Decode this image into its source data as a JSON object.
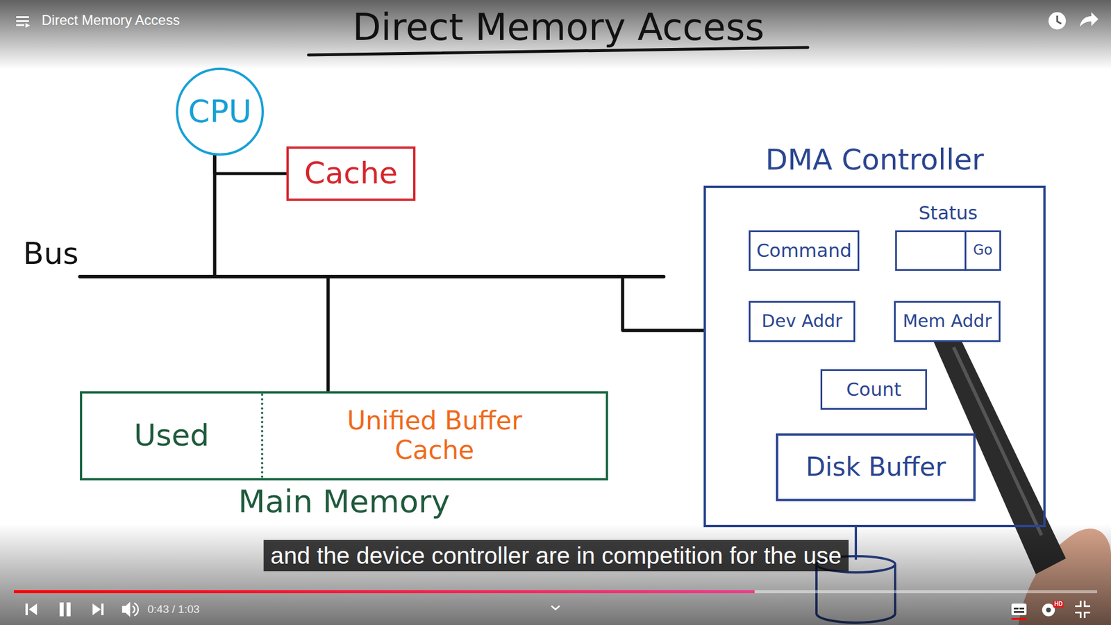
{
  "diagram": {
    "title": "Direct Memory Access",
    "nodes": [
      {
        "text": [
          "CPU"
        ]
      },
      {
        "text": [
          "Cache"
        ]
      },
      {
        "text": [
          "DMA Controller"
        ]
      },
      {
        "text": [
          "Command"
        ],
        "in": 2
      },
      {
        "text": [
          "Status"
        ],
        "in": 2
      },
      {
        "text": [
          "Go"
        ],
        "in": 4
      },
      {
        "text": [
          "Dev Addr"
        ],
        "in": 2
      },
      {
        "text": [
          "Mem Addr"
        ],
        "in": 2
      },
      {
        "text": [
          "Count"
        ],
        "in": 2
      },
      {
        "text": [
          "Disk Buffer"
        ],
        "in": 2
      },
      {
        "text": [
          "Main Memory"
        ]
      },
      {
        "text": [
          "Used"
        ],
        "in": 10
      },
      {
        "text": [
          "Unified Buffer Cache"
        ],
        "in": 10
      }
    ],
    "edges": [
      {
        "from": 0,
        "to": 1,
        "arrow": "none"
      },
      {
        "from": 0,
        "to": 10,
        "arrow": "none"
      },
      {
        "from": 0,
        "to": 2,
        "arrow": "none"
      },
      {
        "from": 10,
        "to": 2,
        "arrow": "none"
      }
    ],
    "labels": [
      "Direct Memory Access",
      "Bus",
      "and the device controller are in competition for the use",
      "0:43 / 1:03",
      "HD"
    ]
  }
}
